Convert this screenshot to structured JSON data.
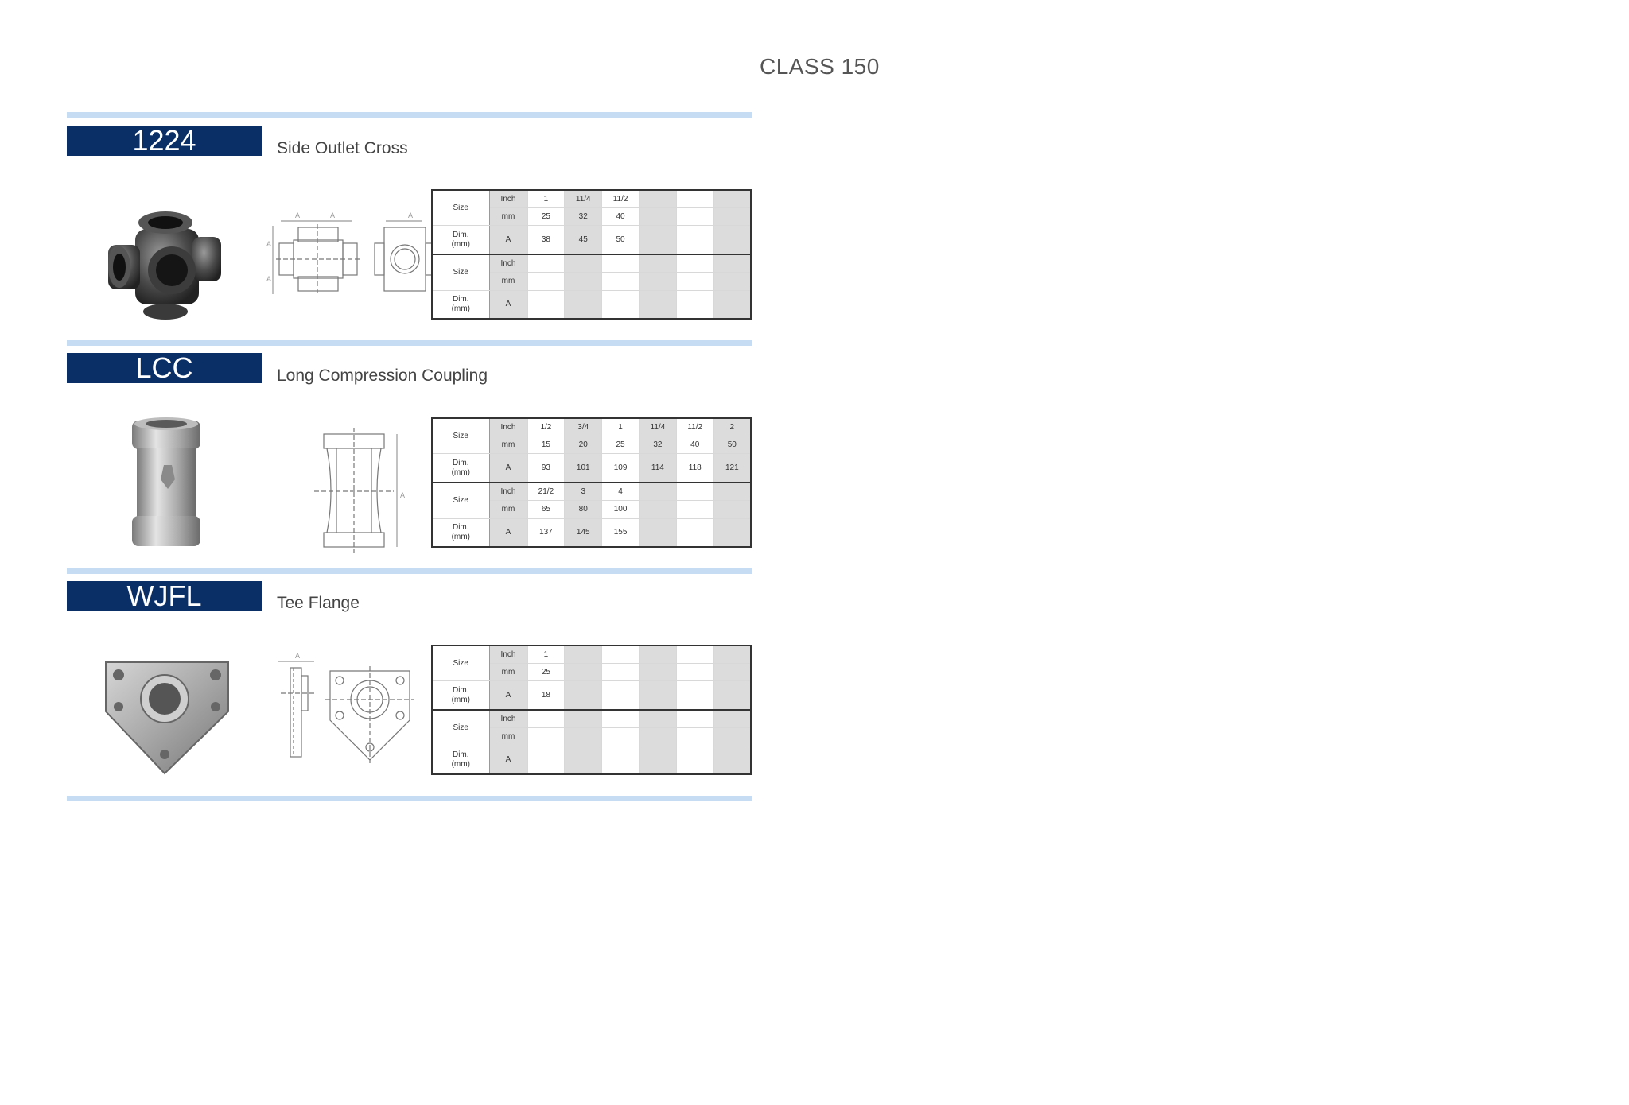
{
  "page": {
    "title": "CLASS 150"
  },
  "column_headers": {
    "size": "Size",
    "dim": "Dim.",
    "dim_unit": "(mm)",
    "inch": "Inch",
    "mm": "mm",
    "a": "A"
  },
  "products": [
    {
      "code": "1224",
      "name": "Side Outlet Cross",
      "groups": [
        {
          "inch": [
            "1",
            "11/4",
            "11/2",
            "",
            "",
            ""
          ],
          "mm": [
            "25",
            "32",
            "40",
            "",
            "",
            ""
          ],
          "a": [
            "38",
            "45",
            "50",
            "",
            "",
            ""
          ]
        },
        {
          "inch": [
            "",
            "",
            "",
            "",
            "",
            ""
          ],
          "mm": [
            "",
            "",
            "",
            "",
            "",
            ""
          ],
          "a": [
            "",
            "",
            "",
            "",
            "",
            ""
          ]
        }
      ]
    },
    {
      "code": "LCC",
      "name": "Long Compression  Coupling",
      "groups": [
        {
          "inch": [
            "1/2",
            "3/4",
            "1",
            "11/4",
            "11/2",
            "2"
          ],
          "mm": [
            "15",
            "20",
            "25",
            "32",
            "40",
            "50"
          ],
          "a": [
            "93",
            "101",
            "109",
            "114",
            "118",
            "121"
          ]
        },
        {
          "inch": [
            "21/2",
            "3",
            "4",
            "",
            "",
            ""
          ],
          "mm": [
            "65",
            "80",
            "100",
            "",
            "",
            ""
          ],
          "a": [
            "137",
            "145",
            "155",
            "",
            "",
            ""
          ]
        }
      ]
    },
    {
      "code": "WJFL",
      "name": "Tee Flange",
      "groups": [
        {
          "inch": [
            "1",
            "",
            "",
            "",
            "",
            ""
          ],
          "mm": [
            "25",
            "",
            "",
            "",
            "",
            ""
          ],
          "a": [
            "18",
            "",
            "",
            "",
            "",
            ""
          ]
        },
        {
          "inch": [
            "",
            "",
            "",
            "",
            "",
            ""
          ],
          "mm": [
            "",
            "",
            "",
            "",
            "",
            ""
          ],
          "a": [
            "",
            "",
            "",
            "",
            "",
            ""
          ]
        }
      ]
    }
  ],
  "colors": {
    "code_box": "#0a2f66",
    "rule": "#c6dcf2",
    "shaded_cell": "#dcdcdc"
  },
  "icons": {
    "product_photo": "fitting-photo",
    "technical_drawing": "dimension-drawing-icon"
  }
}
